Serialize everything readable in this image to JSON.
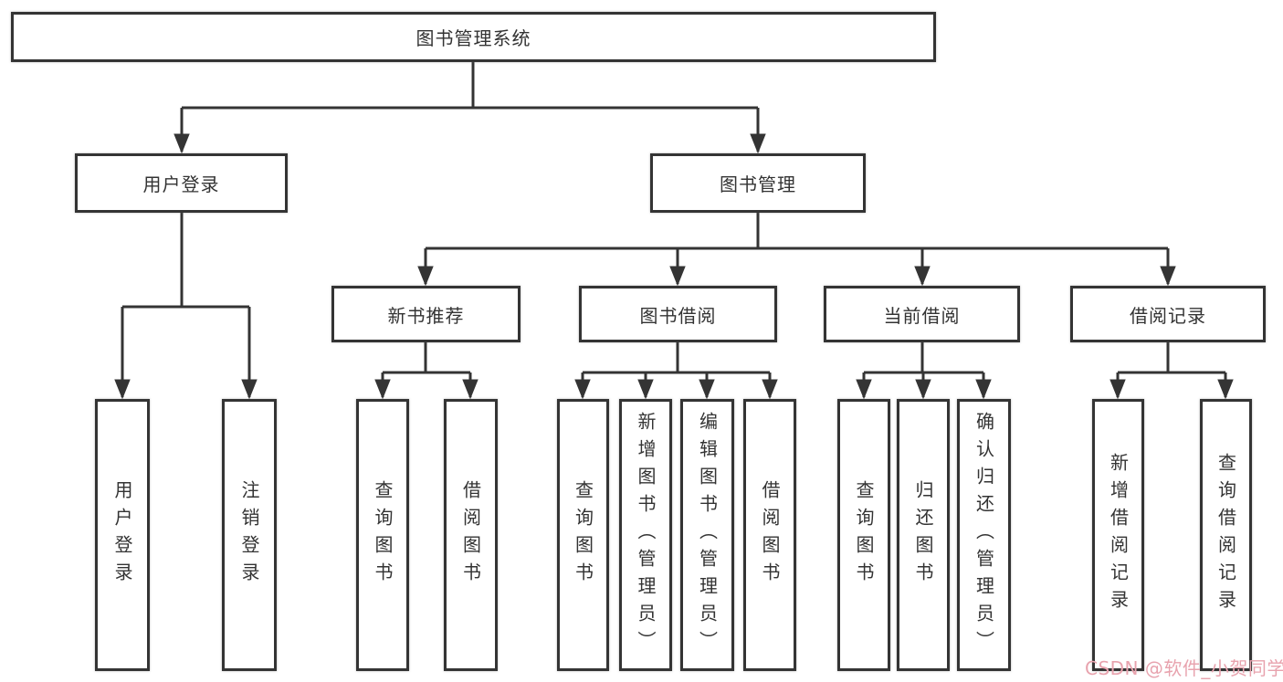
{
  "diagram": {
    "root": {
      "label": "图书管理系统"
    },
    "level2": [
      {
        "label": "用户登录"
      },
      {
        "label": "图书管理"
      }
    ],
    "level3": [
      {
        "label": "新书推荐"
      },
      {
        "label": "图书借阅"
      },
      {
        "label": "当前借阅"
      },
      {
        "label": "借阅记录"
      }
    ],
    "leaves": [
      {
        "label": "用户登录"
      },
      {
        "label": "注销登录"
      },
      {
        "label": "查询图书"
      },
      {
        "label": "借阅图书"
      },
      {
        "label": "查询图书"
      },
      {
        "label": "新增图书（管理员）"
      },
      {
        "label": "编辑图书（管理员）"
      },
      {
        "label": "借阅图书"
      },
      {
        "label": "查询图书"
      },
      {
        "label": "归还图书"
      },
      {
        "label": "确认归还（管理员）"
      },
      {
        "label": "新增借阅记录"
      },
      {
        "label": "查询借阅记录"
      }
    ]
  },
  "watermark": {
    "text": "CSDN @软件_小贺同学"
  },
  "colors": {
    "line": "#343434",
    "text": "#333333",
    "background": "#ffffff",
    "watermark": "#e8a3ae"
  }
}
